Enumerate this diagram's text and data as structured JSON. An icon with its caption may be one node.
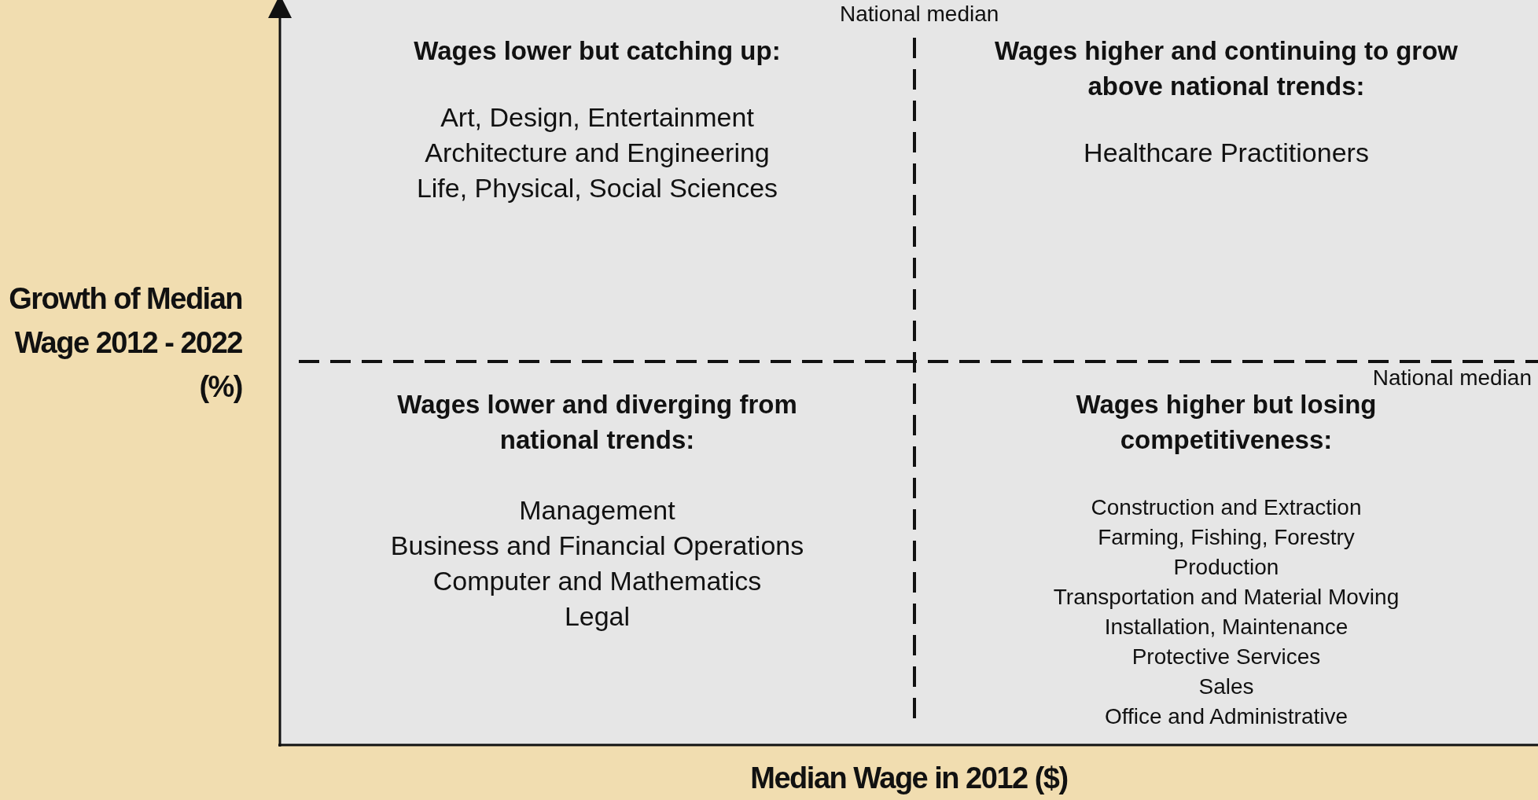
{
  "diagram": {
    "nodes": [
      {
        "text": [
          "Wages lower but catching up:",
          "Art, Design, Entertainment",
          "Architecture and Engineering",
          "Life, Physical, Social Sciences"
        ]
      },
      {
        "text": [
          "Wages higher and continuing to grow above national trends:",
          "Healthcare Practitioners"
        ]
      },
      {
        "text": [
          "Wages lower and diverging from national trends:",
          "Management",
          "Business and Financial Operations",
          "Computer and Mathematics",
          "Legal"
        ]
      },
      {
        "text": [
          "Wages higher but losing competitiveness:",
          "Construction and Extraction",
          "Farming, Fishing, Forestry",
          "Production",
          "Transportation and Material Moving",
          "Installation, Maintenance",
          "Protective Services",
          "Sales",
          "Office and Administrative"
        ]
      }
    ],
    "edges": [],
    "labels": [
      "National median",
      "Growth of Median Wage 2012 - 2022 (%)",
      "National median",
      "Median Wage in 2012 ($)"
    ]
  }
}
